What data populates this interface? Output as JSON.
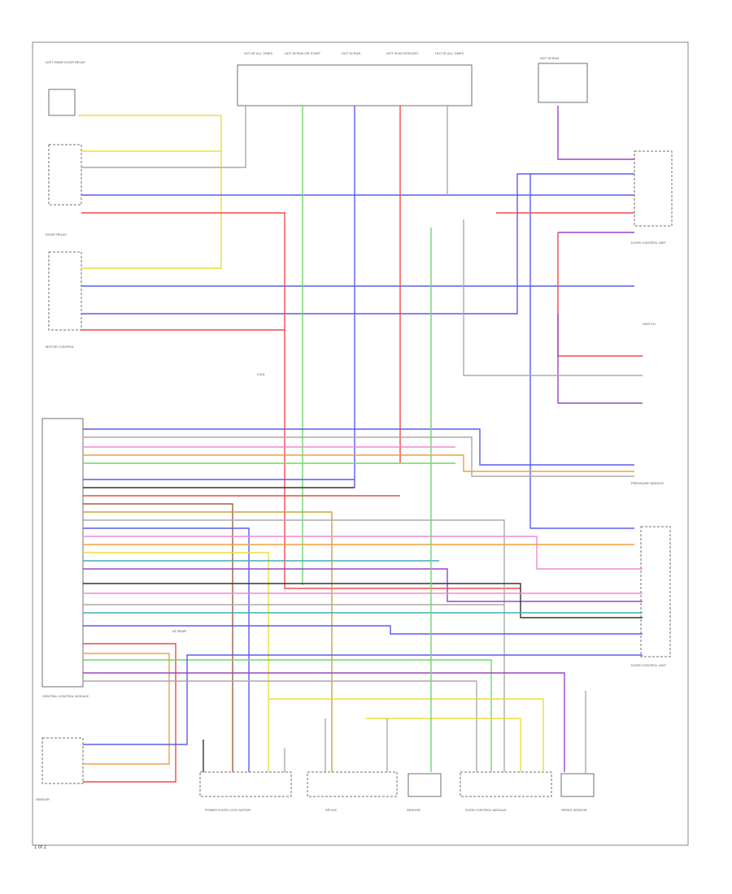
{
  "page_id": "1 of 2",
  "colors": {
    "frame": "#8a8a8a",
    "component": "#6f6f6f",
    "label": "#555555",
    "yellow": "#e8df3a",
    "blue": "#5b5bf0",
    "red": "#ef4a4a",
    "green": "#6fd66f",
    "orange": "#f0a040",
    "violet": "#9b45c8",
    "pink": "#f08ad0",
    "brown": "#a0603a",
    "black": "#333333",
    "gray": "#aaaaaa",
    "gold": "#c9a23a",
    "teal": "#3fb0b0"
  },
  "fuses": [
    {
      "label": "HOT AT ALL TIMES"
    },
    {
      "label": "HOT IN RUN OR START"
    },
    {
      "label": "HOT IN RUN"
    },
    {
      "label": "HOT IN ACCESSORY"
    },
    {
      "label": "HOT AT ALL TIMES"
    }
  ],
  "labels": {
    "hot_relay": "HOT IN RUN",
    "left_relay_top": "LEFT REAR DOOR RELAY",
    "door_relay": "DOOR RELAY",
    "motor_ctrl": "MOTOR CONTROL",
    "control_module": "CENTRAL CONTROL MODULE",
    "bottom_switch": "SENSOR",
    "bottom_conn_1": "POWER DOOR LOCK MOTOR",
    "bottom_conn_2": "SPLICE",
    "bottom_conn_3": "SENSOR",
    "bottom_conn_4": "DOOR CONTROL MODULE",
    "bottom_conn_5": "SPEED SENSOR",
    "right_conn_top": "DOOR CONTROL UNIT",
    "right_switch": "SWITCH",
    "right_conn_mid": "PRESSURE SENSOR",
    "right_conn_bottom": "DOOR CONTROL UNIT",
    "ground": "G101",
    "pin_note": "AT REAR"
  }
}
